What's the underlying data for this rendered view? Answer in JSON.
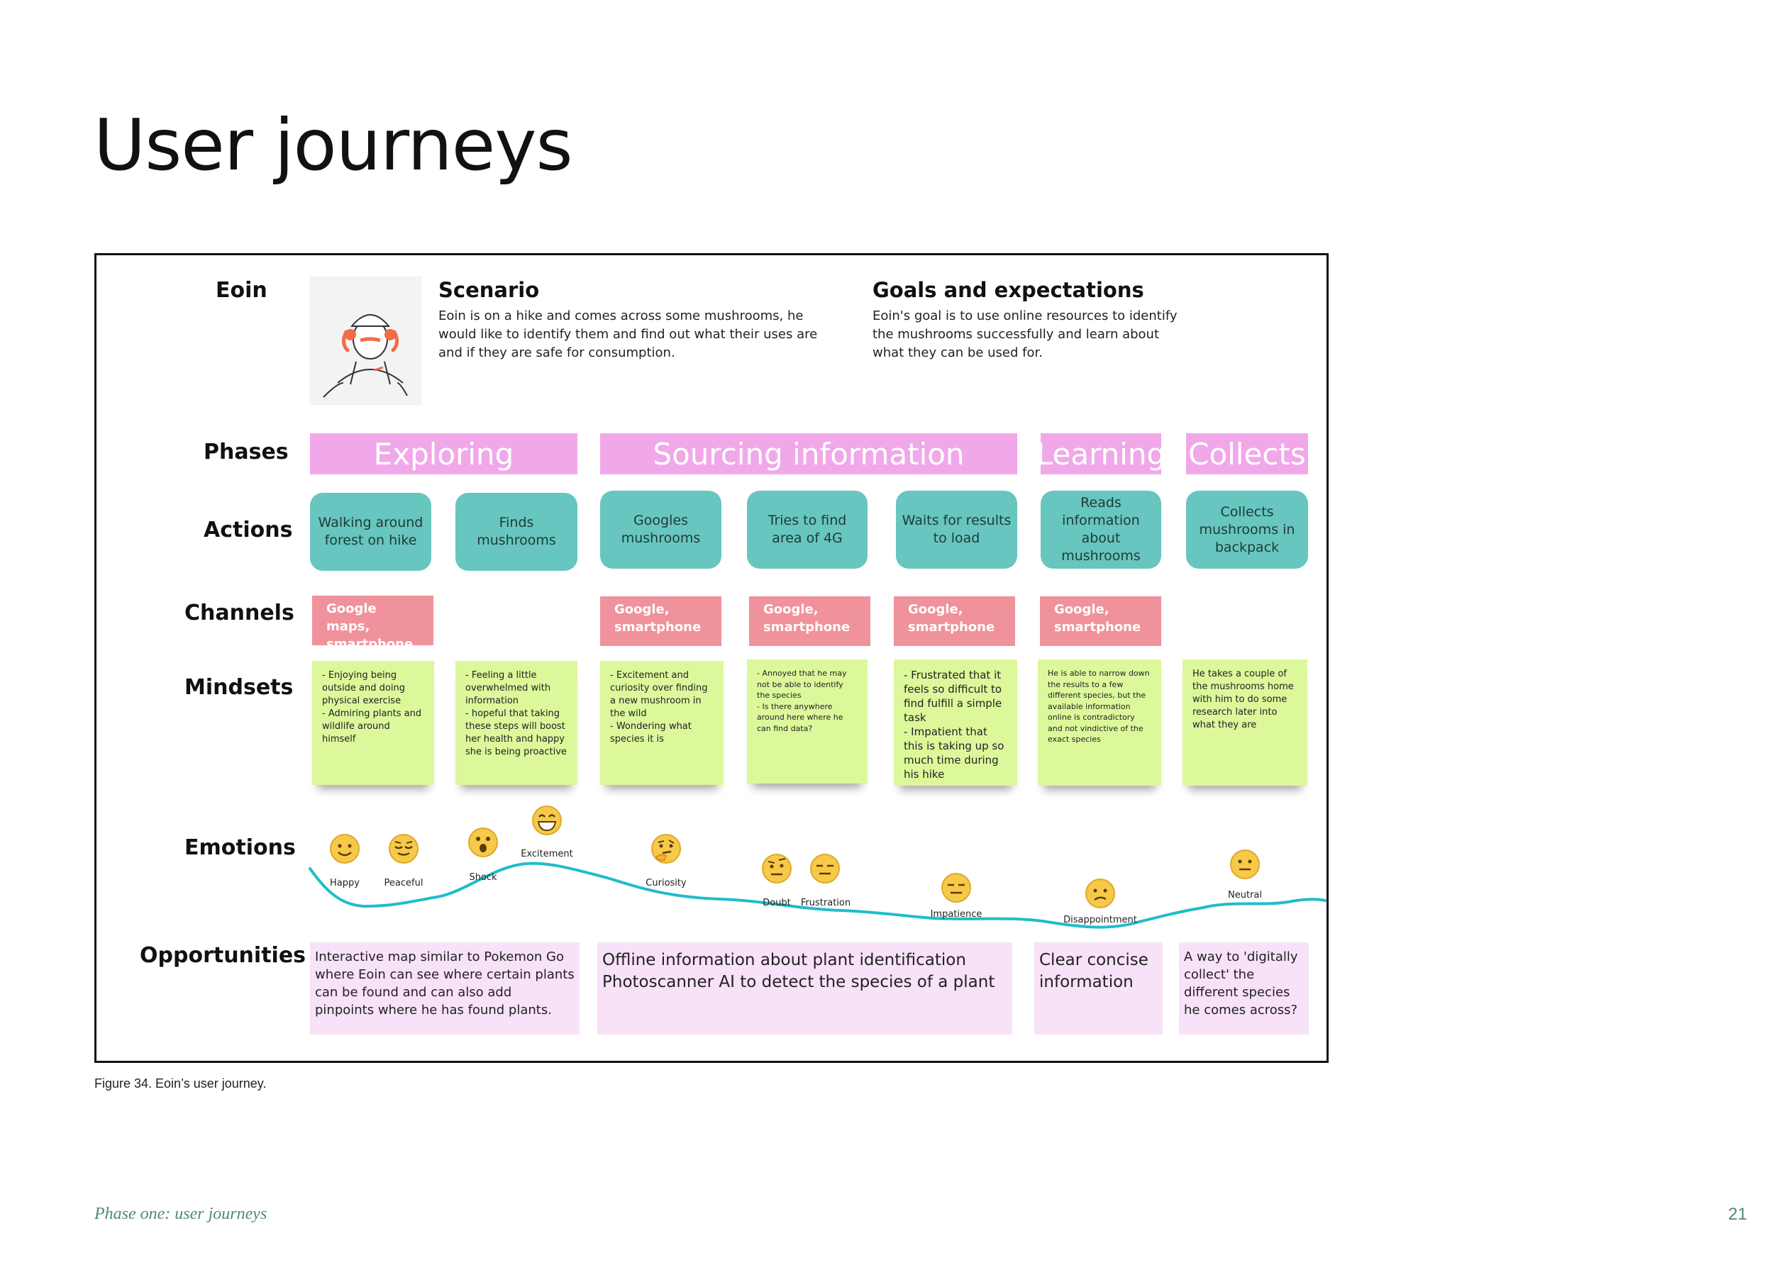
{
  "page": {
    "title": "User journeys",
    "caption": "Figure 34. Eoin’s user journey.",
    "footer_section": "Phase one: user journeys",
    "page_number": "21"
  },
  "journey": {
    "persona_name": "Eoin",
    "scenario": {
      "heading": "Scenario",
      "text": "Eoin is on a hike and comes across some mushrooms, he would like to identify them and find out what their uses are and if they are safe for consumption."
    },
    "goals": {
      "heading": "Goals and expectations",
      "text": "Eoin's goal is to use online resources to identify the mushrooms successfully and learn about what they can be used for."
    },
    "row_labels": {
      "phases": "Phases",
      "actions": "Actions",
      "channels": "Channels",
      "mindsets": "Mindsets",
      "emotions": "Emotions",
      "opportunities": "Opportunities"
    },
    "phases": [
      "Exploring",
      "Sourcing information",
      "Learning",
      "Collects"
    ],
    "actions": [
      "Walking around forest on hike",
      "Finds mushrooms",
      "Googles mushrooms",
      "Tries to find area of 4G",
      "Waits for results to load",
      "Reads information about mushrooms",
      "Collects mushrooms in backpack"
    ],
    "channels": [
      "Google maps, smartphone",
      "Google, smartphone",
      "Google, smartphone",
      "Google, smartphone",
      "Google, smartphone"
    ],
    "mindsets": [
      "- Enjoying being outside and doing physical exercise\n- Admiring plants and wildlife around himself",
      "- Feeling a little overwhelmed with information\n- hopeful that taking these steps will boost her health and happy she is being proactive",
      "- Excitement and curiosity over finding a new mushroom in the wild\n- Wondering what species it is",
      "- Annoyed that he may not be able to identify the species\n- Is there anywhere around here where he can find data?",
      "- Frustrated that it feels so difficult to find fulfill a simple task\n- Impatient that this is taking up so much time during his hike",
      "He is able to narrow down the results to a few different species, but the available information online is contradictory and not vindictive of the exact species",
      "He takes a couple of the mushrooms home with him to do some research later into what they are"
    ],
    "emotions": [
      {
        "label": "Happy",
        "icon": "smiling-face-icon"
      },
      {
        "label": "Peaceful",
        "icon": "relieved-face-icon"
      },
      {
        "label": "Shock",
        "icon": "surprised-face-icon"
      },
      {
        "label": "Excitement",
        "icon": "grinning-face-icon"
      },
      {
        "label": "Curiosity",
        "icon": "thinking-face-icon"
      },
      {
        "label": "Doubt",
        "icon": "raised-eyebrow-face-icon"
      },
      {
        "label": "Frustration",
        "icon": "expressionless-face-icon"
      },
      {
        "label": "Impatience",
        "icon": "expressionless-face-icon"
      },
      {
        "label": "Disappointment",
        "icon": "confused-face-icon"
      },
      {
        "label": "Neutral",
        "icon": "neutral-face-icon"
      }
    ],
    "opportunities": [
      "Interactive map similar to Pokemon Go where Eoin can see where certain plants can be found and can also add pinpoints where he has found plants.",
      "Offline information about plant identification\nPhotoscanner AI to detect the species of a plant",
      "Clear concise information",
      "A way to 'digitally collect' the different species he comes across?"
    ]
  },
  "colors": {
    "phase": "#f0a8e9",
    "action": "#67c6bf",
    "channel": "#f0929b",
    "mindset": "#dcf89b",
    "opportunity": "#f8e2f7",
    "emotion_line": "#20bcc8",
    "footer": "#4f8a78"
  }
}
